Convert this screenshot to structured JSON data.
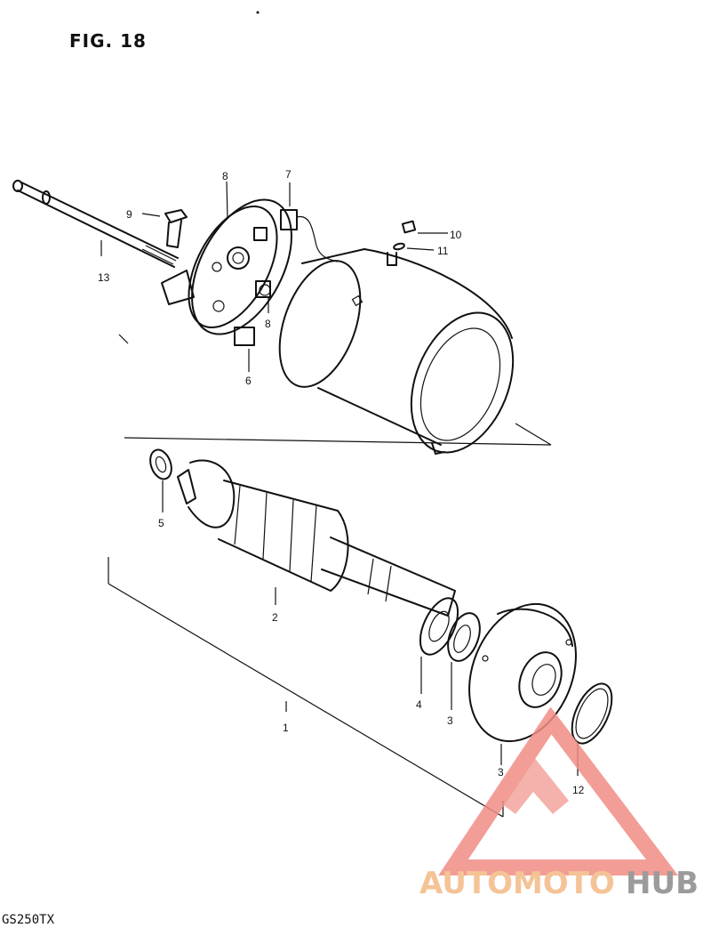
{
  "figure": {
    "title": "FIG. 18",
    "model_code": "GS250TX"
  },
  "callouts": [
    {
      "id": "c1",
      "text": "1"
    },
    {
      "id": "c2",
      "text": "2"
    },
    {
      "id": "c3a",
      "text": "3"
    },
    {
      "id": "c3b",
      "text": "3"
    },
    {
      "id": "c4",
      "text": "4"
    },
    {
      "id": "c5",
      "text": "5"
    },
    {
      "id": "c6",
      "text": "6"
    },
    {
      "id": "c7",
      "text": "7"
    },
    {
      "id": "c8a",
      "text": "8"
    },
    {
      "id": "c8b",
      "text": "8"
    },
    {
      "id": "c9",
      "text": "9"
    },
    {
      "id": "c10",
      "text": "10"
    },
    {
      "id": "c11",
      "text": "11"
    },
    {
      "id": "c12",
      "text": "12"
    },
    {
      "id": "c13",
      "text": "13"
    }
  ],
  "watermark": {
    "part1": "AUTOMOTO",
    "part2": "HUB",
    "color_primary": "#f08c84",
    "color_secondary": "#f3b984",
    "color_hub": "#8a8a8a"
  }
}
